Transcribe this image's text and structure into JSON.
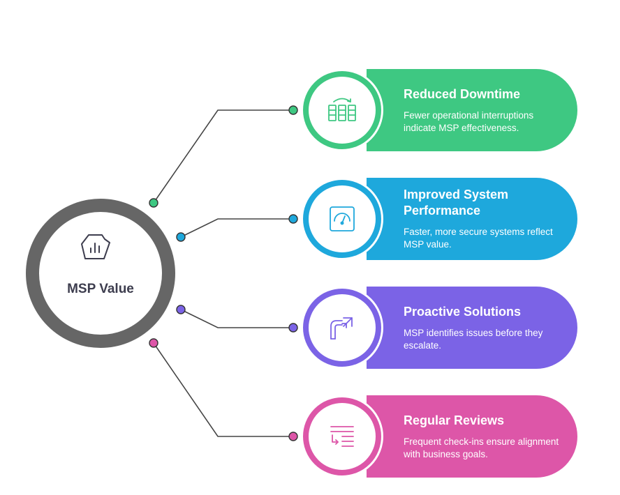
{
  "hub": {
    "label": "MSP Value",
    "icon": "chart-in-frame-icon",
    "ring_color": "#666666"
  },
  "items": [
    {
      "title": "Reduced Downtime",
      "description": "Fewer operational interruptions indicate MSP effectiveness.",
      "color": "#3ec882",
      "icon": "server-rack-sync-icon"
    },
    {
      "title": "Improved System Performance",
      "description": "Faster, more secure systems reflect MSP value.",
      "color": "#1ea8dc",
      "icon": "gauge-icon"
    },
    {
      "title": "Proactive Solutions",
      "description": "MSP identifies issues before they escalate.",
      "color": "#7b63e6",
      "icon": "path-arrow-icon"
    },
    {
      "title": "Regular Reviews",
      "description": "Frequent check-ins ensure alignment with business goals.",
      "color": "#dd56a8",
      "icon": "list-return-icon"
    }
  ]
}
